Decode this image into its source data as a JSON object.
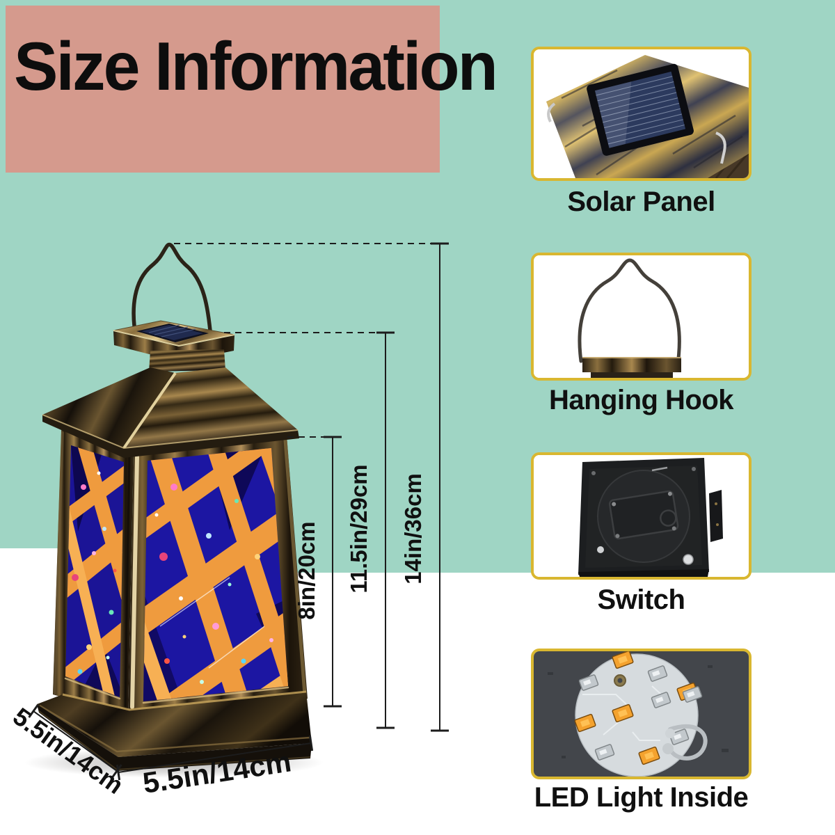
{
  "title": "Size Information",
  "palette": {
    "background_teal": "#9fd5c4",
    "header_salmon": "#d59a8d",
    "frame_yellow": "#d9b730",
    "text_black": "#101010",
    "glass_blue": "#1c16a2",
    "stripe_orange": "#ef9b3e",
    "metal_bronze": "#b3905a"
  },
  "dimensions": {
    "panel_height": "8in/20cm",
    "body_height": "11.5in/29cm",
    "total_height": "14in/36cm",
    "base_depth": "5.5in/14cm",
    "base_width": "5.5in/14cm"
  },
  "features": [
    {
      "label": "Solar Panel"
    },
    {
      "label": "Hanging Hook"
    },
    {
      "label": "Switch"
    },
    {
      "label": "LED Light Inside"
    }
  ]
}
